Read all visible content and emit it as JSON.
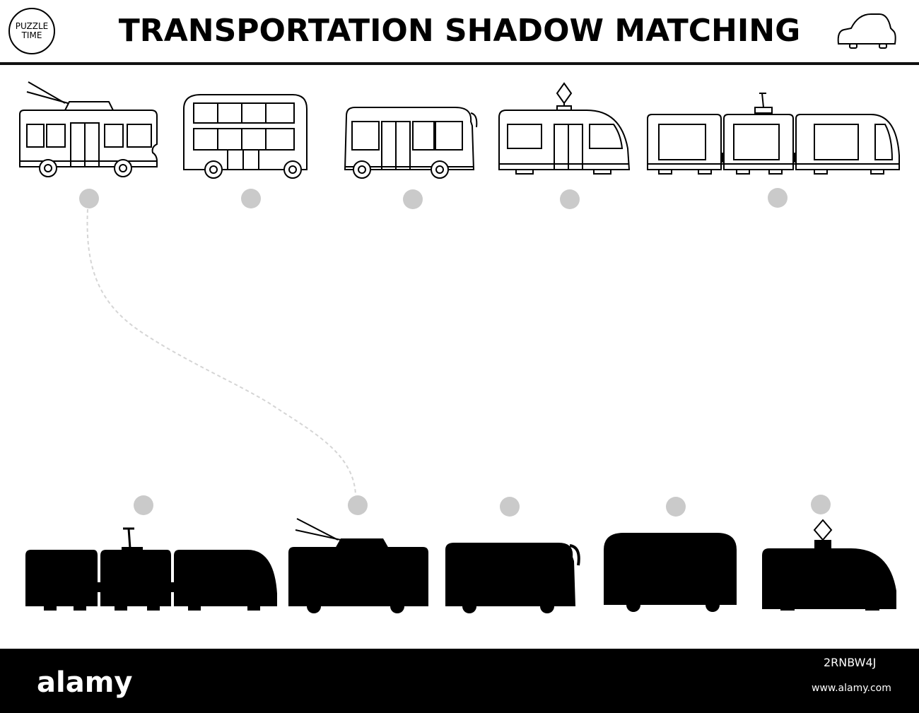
{
  "header": {
    "title": "TRANSPORTATION SHADOW MATCHING",
    "logo_line1": "PUZZLE",
    "logo_line2": "TIME",
    "corner_icon": "car-outline-icon"
  },
  "top_row": [
    {
      "name": "trolleybus"
    },
    {
      "name": "double-decker-bus"
    },
    {
      "name": "bus"
    },
    {
      "name": "tram"
    },
    {
      "name": "articulated-tram"
    }
  ],
  "bottom_row": [
    {
      "name": "articulated-tram-shadow"
    },
    {
      "name": "trolleybus-shadow"
    },
    {
      "name": "bus-shadow"
    },
    {
      "name": "double-decker-bus-shadow"
    },
    {
      "name": "tram-shadow"
    }
  ],
  "example_match": {
    "from": "trolleybus",
    "to": "trolleybus-shadow"
  },
  "colors": {
    "dot": "#cacaca",
    "ink": "#000000",
    "dashed_line": "#d5d5d5",
    "footer": "#000000"
  },
  "footer": {
    "brand": "alamy",
    "stock_id": "2RNBW4J",
    "url": "www.alamy.com"
  }
}
